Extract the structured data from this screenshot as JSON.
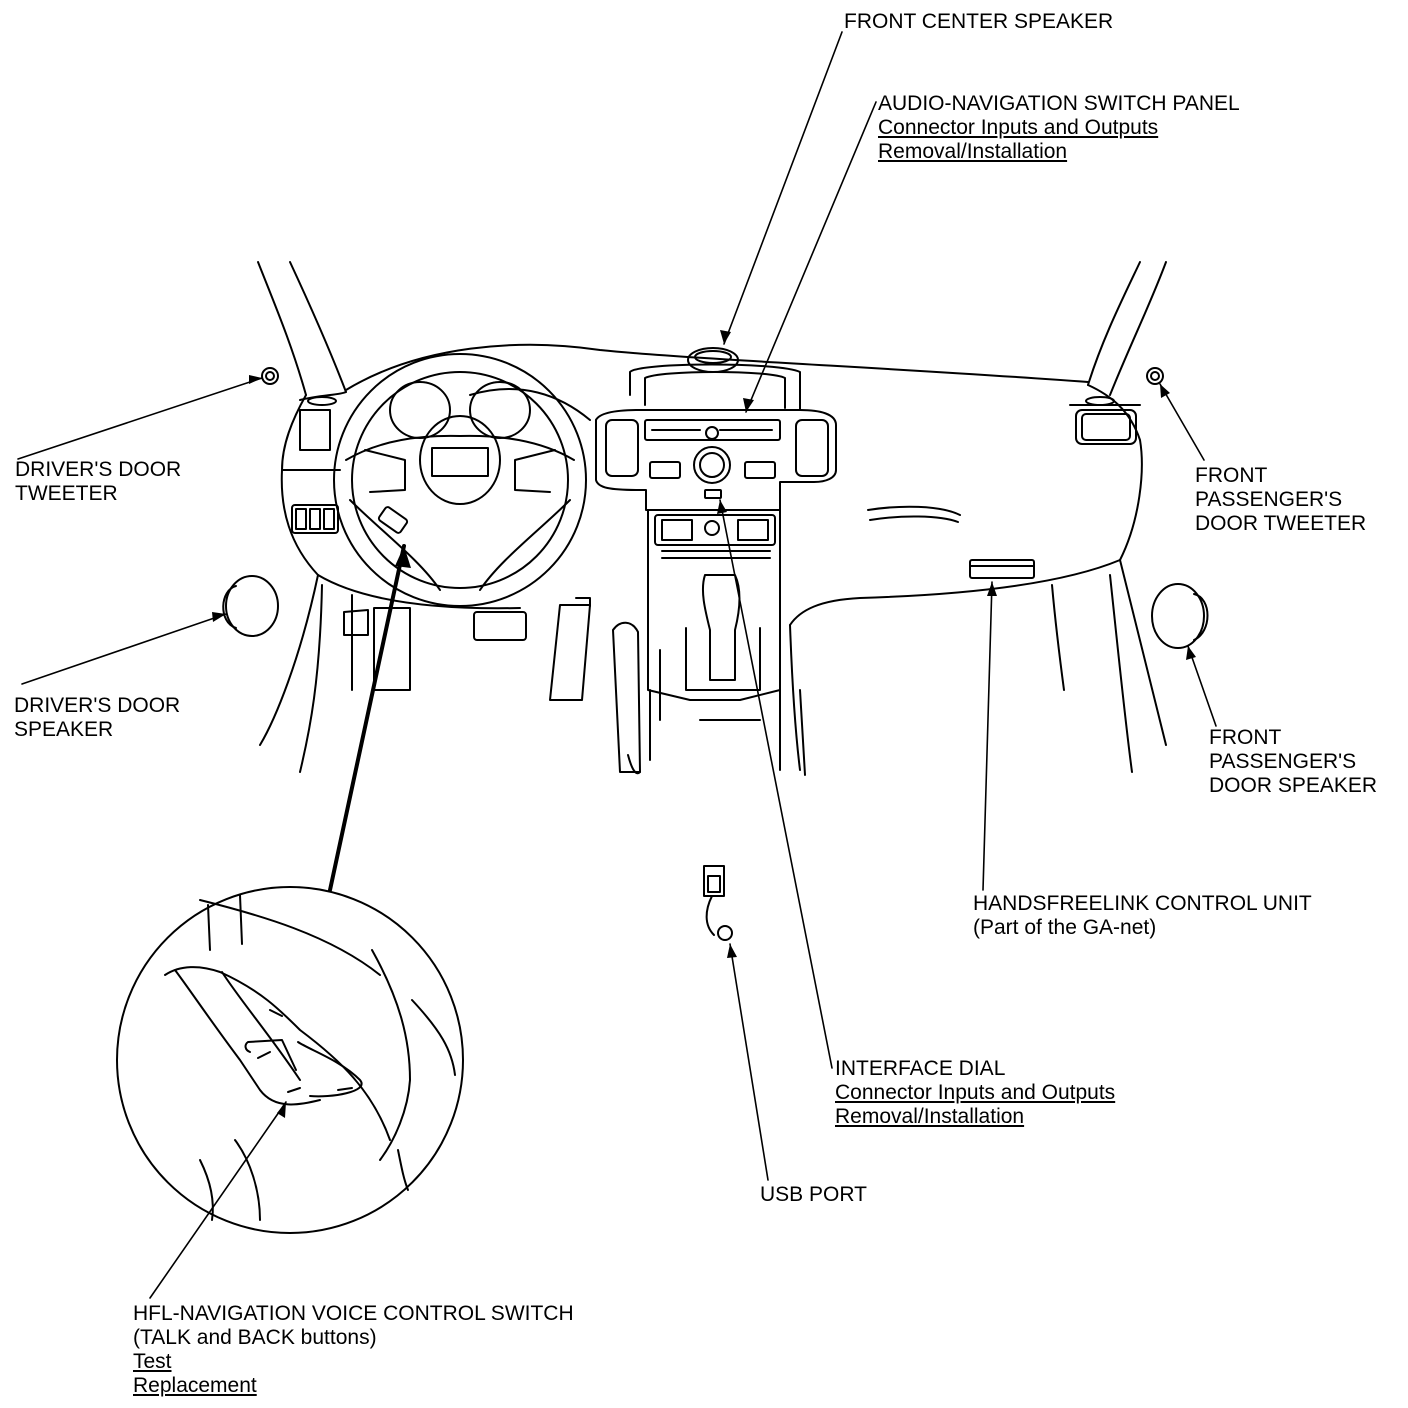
{
  "diagram": {
    "labels": {
      "front_center_speaker": "FRONT CENTER SPEAKER",
      "audio_nav_panel": {
        "title": "AUDIO-NAVIGATION SWITCH PANEL",
        "link1": "Connector Inputs and Outputs",
        "link2": "Removal/Installation"
      },
      "drivers_door_tweeter": [
        "DRIVER'S DOOR",
        "TWEETER"
      ],
      "front_passenger_door_tweeter": [
        "FRONT",
        "PASSENGER'S",
        "DOOR TWEETER"
      ],
      "drivers_door_speaker": [
        "DRIVER'S DOOR",
        "SPEAKER"
      ],
      "front_passenger_door_speaker": [
        "FRONT",
        "PASSENGER'S",
        "DOOR SPEAKER"
      ],
      "handsfreelink_unit": [
        "HANDSFREELINK CONTROL UNIT",
        "(Part of the GA-net)"
      ],
      "interface_dial": {
        "title": "INTERFACE DIAL",
        "link1": "Connector Inputs and Outputs",
        "link2": "Removal/Installation"
      },
      "usb_port": "USB PORT",
      "hfl_switch": {
        "line1": "HFL-NAVIGATION VOICE CONTROL SWITCH",
        "line2": "(TALK and BACK buttons)",
        "link1": "Test",
        "link2": "Replacement"
      }
    }
  }
}
